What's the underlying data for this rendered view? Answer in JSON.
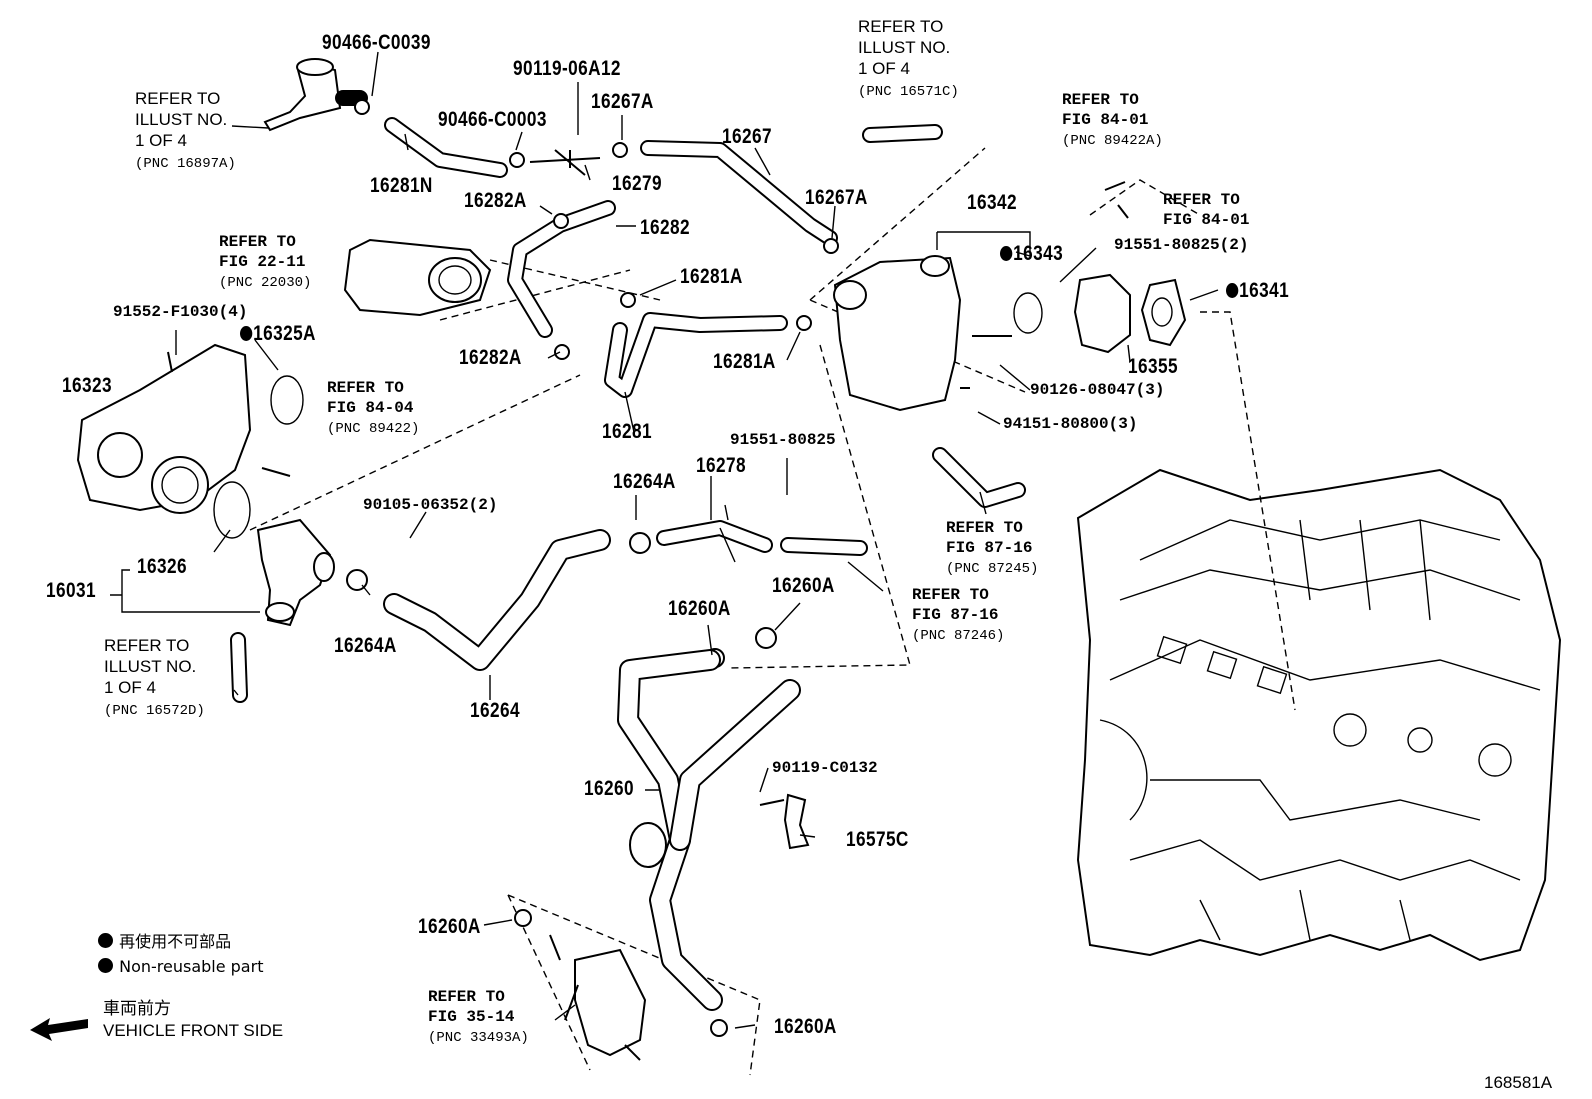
{
  "parts": {
    "p90466_C0039": "90466-C0039",
    "p90119_06A12": "90119-06A12",
    "p16267A_top": "16267A",
    "p90466_C0003": "90466-C0003",
    "p16267": "16267",
    "p16281N": "16281N",
    "p16279": "16279",
    "p16282A_top": "16282A",
    "p16282": "16282",
    "p16267A_mid": "16267A",
    "p16342": "16342",
    "p16343": "16343",
    "p91551_80825_2": "91551-80825(2)",
    "p16341": "16341",
    "p16281A_top": "16281A",
    "p91552_F1030": "91552-F1030(4)",
    "p16325A": "16325A",
    "p16282A_low": "16282A",
    "p16281A_mid": "16281A",
    "p16355": "16355",
    "p16323": "16323",
    "p90126_08047": "90126-08047(3)",
    "p94151_80800": "94151-80800(3)",
    "p16281": "16281",
    "p91551_80825": "91551-80825",
    "p16278": "16278",
    "p16264A_top": "16264A",
    "p90105_06352": "90105-06352(2)",
    "p16326": "16326",
    "p16031": "16031",
    "p16260A_mid": "16260A",
    "p16260A_left": "16260A",
    "p16264A_low": "16264A",
    "p16264": "16264",
    "p90119_C0132": "90119-C0132",
    "p16260": "16260",
    "p16575C": "16575C",
    "p16260A_bl": "16260A",
    "p16260A_br": "16260A"
  },
  "refs": {
    "r1": {
      "lines": [
        "REFER TO",
        "ILLUST NO.",
        "1 OF 4"
      ],
      "pnc": "(PNC 16897A)"
    },
    "r2": {
      "lines": [
        "REFER TO",
        "ILLUST NO.",
        "1 OF 4"
      ],
      "pnc": "(PNC 16571C)"
    },
    "r3": {
      "lines": [
        "REFER TO",
        "FIG 84-01"
      ],
      "pnc": "(PNC 89422A)"
    },
    "r4": {
      "lines": [
        "REFER TO",
        "FIG 84-01"
      ],
      "pnc": ""
    },
    "r5": {
      "lines": [
        "REFER TO",
        "FIG 22-11"
      ],
      "pnc": "(PNC 22030)"
    },
    "r6": {
      "lines": [
        "REFER TO",
        "FIG 84-04"
      ],
      "pnc": "(PNC 89422)"
    },
    "r7": {
      "lines": [
        "REFER TO",
        "FIG 87-16"
      ],
      "pnc": "(PNC 87245)"
    },
    "r8": {
      "lines": [
        "REFER TO",
        "FIG 87-16"
      ],
      "pnc": "(PNC 87246)"
    },
    "r9": {
      "lines": [
        "REFER TO",
        "ILLUST NO.",
        "1 OF 4"
      ],
      "pnc": "(PNC 16572D)"
    },
    "r10": {
      "lines": [
        "REFER TO",
        "FIG 35-14"
      ],
      "pnc": "(PNC 33493A)"
    }
  },
  "legend": {
    "jp": "再使用不可部品",
    "en": "Non-reusable part",
    "front_jp": "車両前方",
    "front_en": "VEHICLE FRONT SIDE"
  },
  "figure_id": "168581A"
}
